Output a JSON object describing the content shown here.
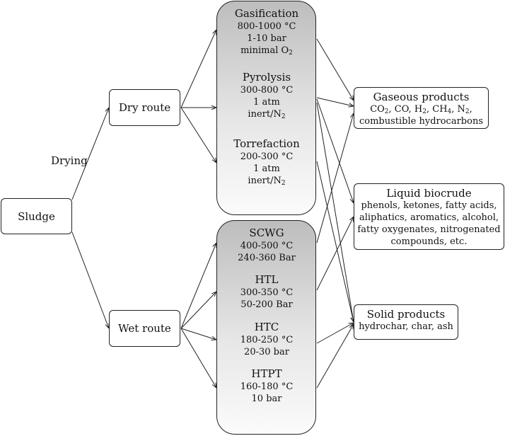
{
  "nodes": {
    "sludge": "Sludge",
    "dry_route": "Dry route",
    "wet_route": "Wet route",
    "drying_label": "Drying"
  },
  "dry_processes": [
    {
      "title": "Gasification",
      "temp": "800-1000 °C",
      "pressure": "1-10 bar",
      "atmosphere_pre": "minimal O",
      "atmosphere_sub": "2"
    },
    {
      "title": "Pyrolysis",
      "temp": "300-800 °C",
      "pressure": "1 atm",
      "atmosphere_pre": "inert/N",
      "atmosphere_sub": "2"
    },
    {
      "title": "Torrefaction",
      "temp": "200-300 °C",
      "pressure": "1 atm",
      "atmosphere_pre": "inert/N",
      "atmosphere_sub": "2"
    }
  ],
  "wet_processes": [
    {
      "title": "SCWG",
      "temp": "400-500 °C",
      "pressure": "240-360 Bar"
    },
    {
      "title": "HTL",
      "temp": "300-350 °C",
      "pressure": "50-200 Bar"
    },
    {
      "title": "HTC",
      "temp": "180-250 °C",
      "pressure": "20-30 bar"
    },
    {
      "title": "HTPT",
      "temp": "160-180 °C",
      "pressure": "10 bar"
    }
  ],
  "outputs": {
    "gaseous": {
      "title": "Gaseous products",
      "co2": "CO",
      "co2_sub": "2",
      "co": ", CO, H",
      "h2_sub": "2",
      "ch4": ", CH",
      "ch4_sub": "4",
      "n2": ", N",
      "n2_sub": "2",
      "n2_end": ",",
      "line2": "combustible hydrocarbons"
    },
    "liquid": {
      "title": "Liquid biocrude",
      "lines": [
        "phenols, ketones, fatty acids,",
        "aliphatics, aromatics, alcohol,",
        "fatty oxygenates, nitrogenated",
        "compounds, etc."
      ]
    },
    "solid": {
      "title": "Solid products",
      "line1": "hydrochar, char, ash"
    }
  }
}
